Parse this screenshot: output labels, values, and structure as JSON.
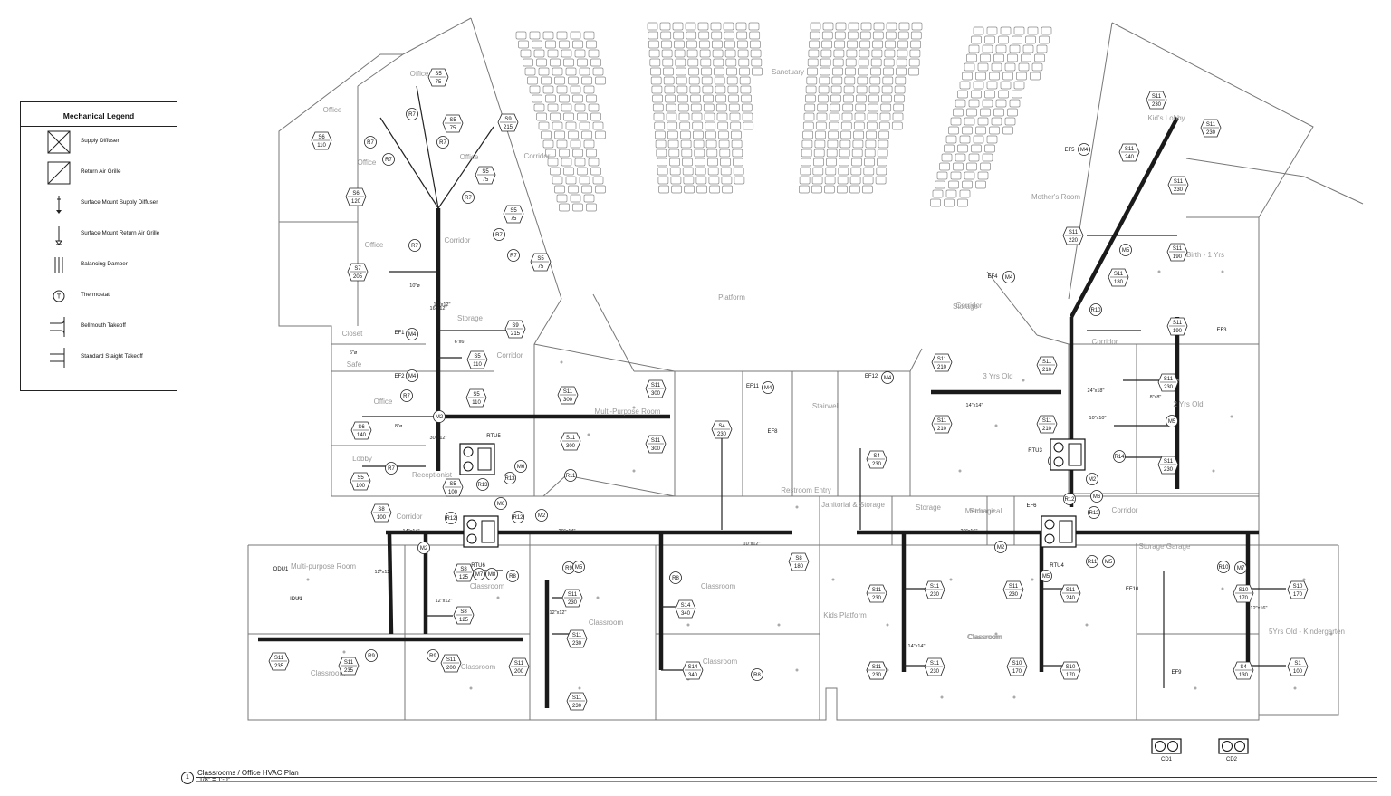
{
  "legend": {
    "title": "Mechanical Legend",
    "items": [
      {
        "label": "Supply Diffuser",
        "icon": "supply-diffuser-icon"
      },
      {
        "label": "Return Air Grille",
        "icon": "return-air-grille-icon"
      },
      {
        "label": "Surface Mount Supply Diffuser",
        "icon": "surface-mount-supply-diffuser-icon"
      },
      {
        "label": "Surface Mount Return Air Grille",
        "icon": "surface-mount-return-air-grille-icon"
      },
      {
        "label": "Balancing Damper",
        "icon": "balancing-damper-icon"
      },
      {
        "label": "Thermostat",
        "icon": "thermostat-icon"
      },
      {
        "label": "Bellmouth Takeoff",
        "icon": "bellmouth-takeoff-icon"
      },
      {
        "label": "Standard Staight Takeoff",
        "icon": "standard-straight-takeoff-icon"
      }
    ],
    "thermostat_letter": "T"
  },
  "drawing": {
    "title": "Classrooms / Office HVAC Plan",
    "scale": "1/8\" = 1'-0\"",
    "number": "1"
  },
  "rooms": [
    {
      "id": "office-1",
      "label": "Office"
    },
    {
      "id": "office-2",
      "label": "Office"
    },
    {
      "id": "office-3",
      "label": "Office"
    },
    {
      "id": "office-4",
      "label": "Office"
    },
    {
      "id": "office-5",
      "label": "Office"
    },
    {
      "id": "office-6",
      "label": "Office"
    },
    {
      "id": "corridor-nw",
      "label": "Corridor"
    },
    {
      "id": "corridor-nw2",
      "label": "Corridor"
    },
    {
      "id": "corridor-w",
      "label": "Corridor"
    },
    {
      "id": "corridor-s",
      "label": "Corridor"
    },
    {
      "id": "corridor-e",
      "label": "Corridor"
    },
    {
      "id": "corridor-ne",
      "label": "Corridor"
    },
    {
      "id": "corridor-top",
      "label": "Corridor"
    },
    {
      "id": "sanctuary",
      "label": "Sanctuary"
    },
    {
      "id": "platform",
      "label": "Platform"
    },
    {
      "id": "storage-1",
      "label": "Storage"
    },
    {
      "id": "storage-2",
      "label": "Storage"
    },
    {
      "id": "storage-3",
      "label": "Storage"
    },
    {
      "id": "storage-4",
      "label": "Storage"
    },
    {
      "id": "closet",
      "label": "Closet"
    },
    {
      "id": "safe",
      "label": "Safe"
    },
    {
      "id": "lobby",
      "label": "Lobby"
    },
    {
      "id": "receptionist",
      "label": "Receptionist"
    },
    {
      "id": "multipurpose-1",
      "label": "Multi-Purpose Room"
    },
    {
      "id": "multipurpose-2",
      "label": "Multi-purpose Room"
    },
    {
      "id": "stairwell",
      "label": "Stairwell"
    },
    {
      "id": "restroom",
      "label": "Restroom Entry"
    },
    {
      "id": "janitorial",
      "label": "Janitorial & Storage"
    },
    {
      "id": "mechanical",
      "label": "Mechanical"
    },
    {
      "id": "kids-lobby",
      "label": "Kid's Lobby"
    },
    {
      "id": "mothers-room",
      "label": "Mother's Room"
    },
    {
      "id": "yrs-0-1",
      "label": "Birth - 1 Yrs"
    },
    {
      "id": "yrs-3",
      "label": "3 Yrs Old"
    },
    {
      "id": "yrs-2",
      "label": "2 Yrs Old"
    },
    {
      "id": "kids-platform",
      "label": "Kids Platform"
    },
    {
      "id": "kindergarten",
      "label": "5Yrs Old - Kindergarten"
    },
    {
      "id": "classroom-1",
      "label": "Classroom"
    },
    {
      "id": "classroom-2",
      "label": "Classroom"
    },
    {
      "id": "classroom-3",
      "label": "Classroom"
    },
    {
      "id": "classroom-4",
      "label": "Classroom"
    },
    {
      "id": "classroom-5",
      "label": "Classroom"
    },
    {
      "id": "classroom-6",
      "label": "Classroom"
    },
    {
      "id": "classroom-7",
      "label": "Classroom"
    },
    {
      "id": "classroom-8",
      "label": "Classroom"
    },
    {
      "id": "storage-gar",
      "label": "Storage Garage"
    }
  ],
  "diffusers": [
    {
      "tag": "S5",
      "cfm": "75"
    },
    {
      "tag": "S5",
      "cfm": "75"
    },
    {
      "tag": "S6",
      "cfm": "110"
    },
    {
      "tag": "S9",
      "cfm": "215"
    },
    {
      "tag": "S5",
      "cfm": "75"
    },
    {
      "tag": "S6",
      "cfm": "120"
    },
    {
      "tag": "S5",
      "cfm": "75"
    },
    {
      "tag": "S5",
      "cfm": "75"
    },
    {
      "tag": "S7",
      "cfm": "205"
    },
    {
      "tag": "S9",
      "cfm": "215"
    },
    {
      "tag": "S5",
      "cfm": "110"
    },
    {
      "tag": "S5",
      "cfm": "110"
    },
    {
      "tag": "S6",
      "cfm": "140"
    },
    {
      "tag": "S5",
      "cfm": "100"
    },
    {
      "tag": "S5",
      "cfm": "100"
    },
    {
      "tag": "S11",
      "cfm": "300"
    },
    {
      "tag": "S11",
      "cfm": "300"
    },
    {
      "tag": "S11",
      "cfm": "300"
    },
    {
      "tag": "S11",
      "cfm": "300"
    },
    {
      "tag": "S4",
      "cfm": "230"
    },
    {
      "tag": "S4",
      "cfm": "230"
    },
    {
      "tag": "S8",
      "cfm": "100"
    },
    {
      "tag": "S8",
      "cfm": "180"
    },
    {
      "tag": "S8",
      "cfm": "125"
    },
    {
      "tag": "S8",
      "cfm": "125"
    },
    {
      "tag": "S11",
      "cfm": "230"
    },
    {
      "tag": "S11",
      "cfm": "230"
    },
    {
      "tag": "S11",
      "cfm": "230"
    },
    {
      "tag": "S14",
      "cfm": "340"
    },
    {
      "tag": "S14",
      "cfm": "340"
    },
    {
      "tag": "S11",
      "cfm": "235"
    },
    {
      "tag": "S11",
      "cfm": "235"
    },
    {
      "tag": "S11",
      "cfm": "200"
    },
    {
      "tag": "S11",
      "cfm": "200"
    },
    {
      "tag": "S11",
      "cfm": "230"
    },
    {
      "tag": "S11",
      "cfm": "230"
    },
    {
      "tag": "S11",
      "cfm": "230"
    },
    {
      "tag": "S11",
      "cfm": "230"
    },
    {
      "tag": "S11",
      "cfm": "220"
    },
    {
      "tag": "S11",
      "cfm": "180"
    },
    {
      "tag": "S11",
      "cfm": "190"
    },
    {
      "tag": "S11",
      "cfm": "190"
    },
    {
      "tag": "S11",
      "cfm": "210"
    },
    {
      "tag": "S11",
      "cfm": "210"
    },
    {
      "tag": "S11",
      "cfm": "210"
    },
    {
      "tag": "S11",
      "cfm": "210"
    },
    {
      "tag": "S11",
      "cfm": "230"
    },
    {
      "tag": "S11",
      "cfm": "230"
    },
    {
      "tag": "S11",
      "cfm": "230"
    },
    {
      "tag": "S11",
      "cfm": "230"
    },
    {
      "tag": "S11",
      "cfm": "240"
    },
    {
      "tag": "S11",
      "cfm": "230"
    },
    {
      "tag": "S11",
      "cfm": "230"
    },
    {
      "tag": "S11",
      "cfm": "230"
    },
    {
      "tag": "S11",
      "cfm": "240"
    },
    {
      "tag": "S10",
      "cfm": "170"
    },
    {
      "tag": "S10",
      "cfm": "170"
    },
    {
      "tag": "S10",
      "cfm": "170"
    },
    {
      "tag": "S10",
      "cfm": "170"
    },
    {
      "tag": "S4",
      "cfm": "130"
    },
    {
      "tag": "S1",
      "cfm": "100"
    }
  ],
  "returns": [
    "R7",
    "R7",
    "R7",
    "R7",
    "R7",
    "R7",
    "R7",
    "R7",
    "R7",
    "R7",
    "R12",
    "R12",
    "R12",
    "R12",
    "R13",
    "R13",
    "R11",
    "R11",
    "R9",
    "R9",
    "R9",
    "R8",
    "R8",
    "R8",
    "R10",
    "R10",
    "R14",
    "M2",
    "M2",
    "M2",
    "M2",
    "M2",
    "M6",
    "M6",
    "M6",
    "M4",
    "M4",
    "M4",
    "M4",
    "M4",
    "M4",
    "M5",
    "M5",
    "M5",
    "M5",
    "M5",
    "M7",
    "M7",
    "M8",
    "M8"
  ],
  "equipment": [
    {
      "tag": "RTU5"
    },
    {
      "tag": "RTU6"
    },
    {
      "tag": "RTU3"
    },
    {
      "tag": "RTU4"
    },
    {
      "tag": "EF1"
    },
    {
      "tag": "EF2"
    },
    {
      "tag": "EF3"
    },
    {
      "tag": "EF4"
    },
    {
      "tag": "EF5"
    },
    {
      "tag": "EF6"
    },
    {
      "tag": "EF8"
    },
    {
      "tag": "EF9"
    },
    {
      "tag": "EF10"
    },
    {
      "tag": "EF11"
    },
    {
      "tag": "EF12"
    },
    {
      "tag": "ODU1"
    },
    {
      "tag": "IDU1"
    },
    {
      "tag": "CD1"
    },
    {
      "tag": "CD2"
    }
  ],
  "duct_sizes": [
    "16\"x12\"",
    "14\"x14\"",
    "20\"x14\"",
    "10\"x12\"",
    "12\"x12\"",
    "20\"x16\"",
    "24\"x18\"",
    "14\"x14\"",
    "12\"x12\"",
    "10\"x10\"",
    "8\"x8\"",
    "6\"x6\"",
    "6\"ø",
    "8\"ø",
    "10\"ø",
    "14\"x14\"",
    "12\"x12\"",
    "30\"x12\"",
    "16\"x12\"",
    "12\"x16\""
  ]
}
